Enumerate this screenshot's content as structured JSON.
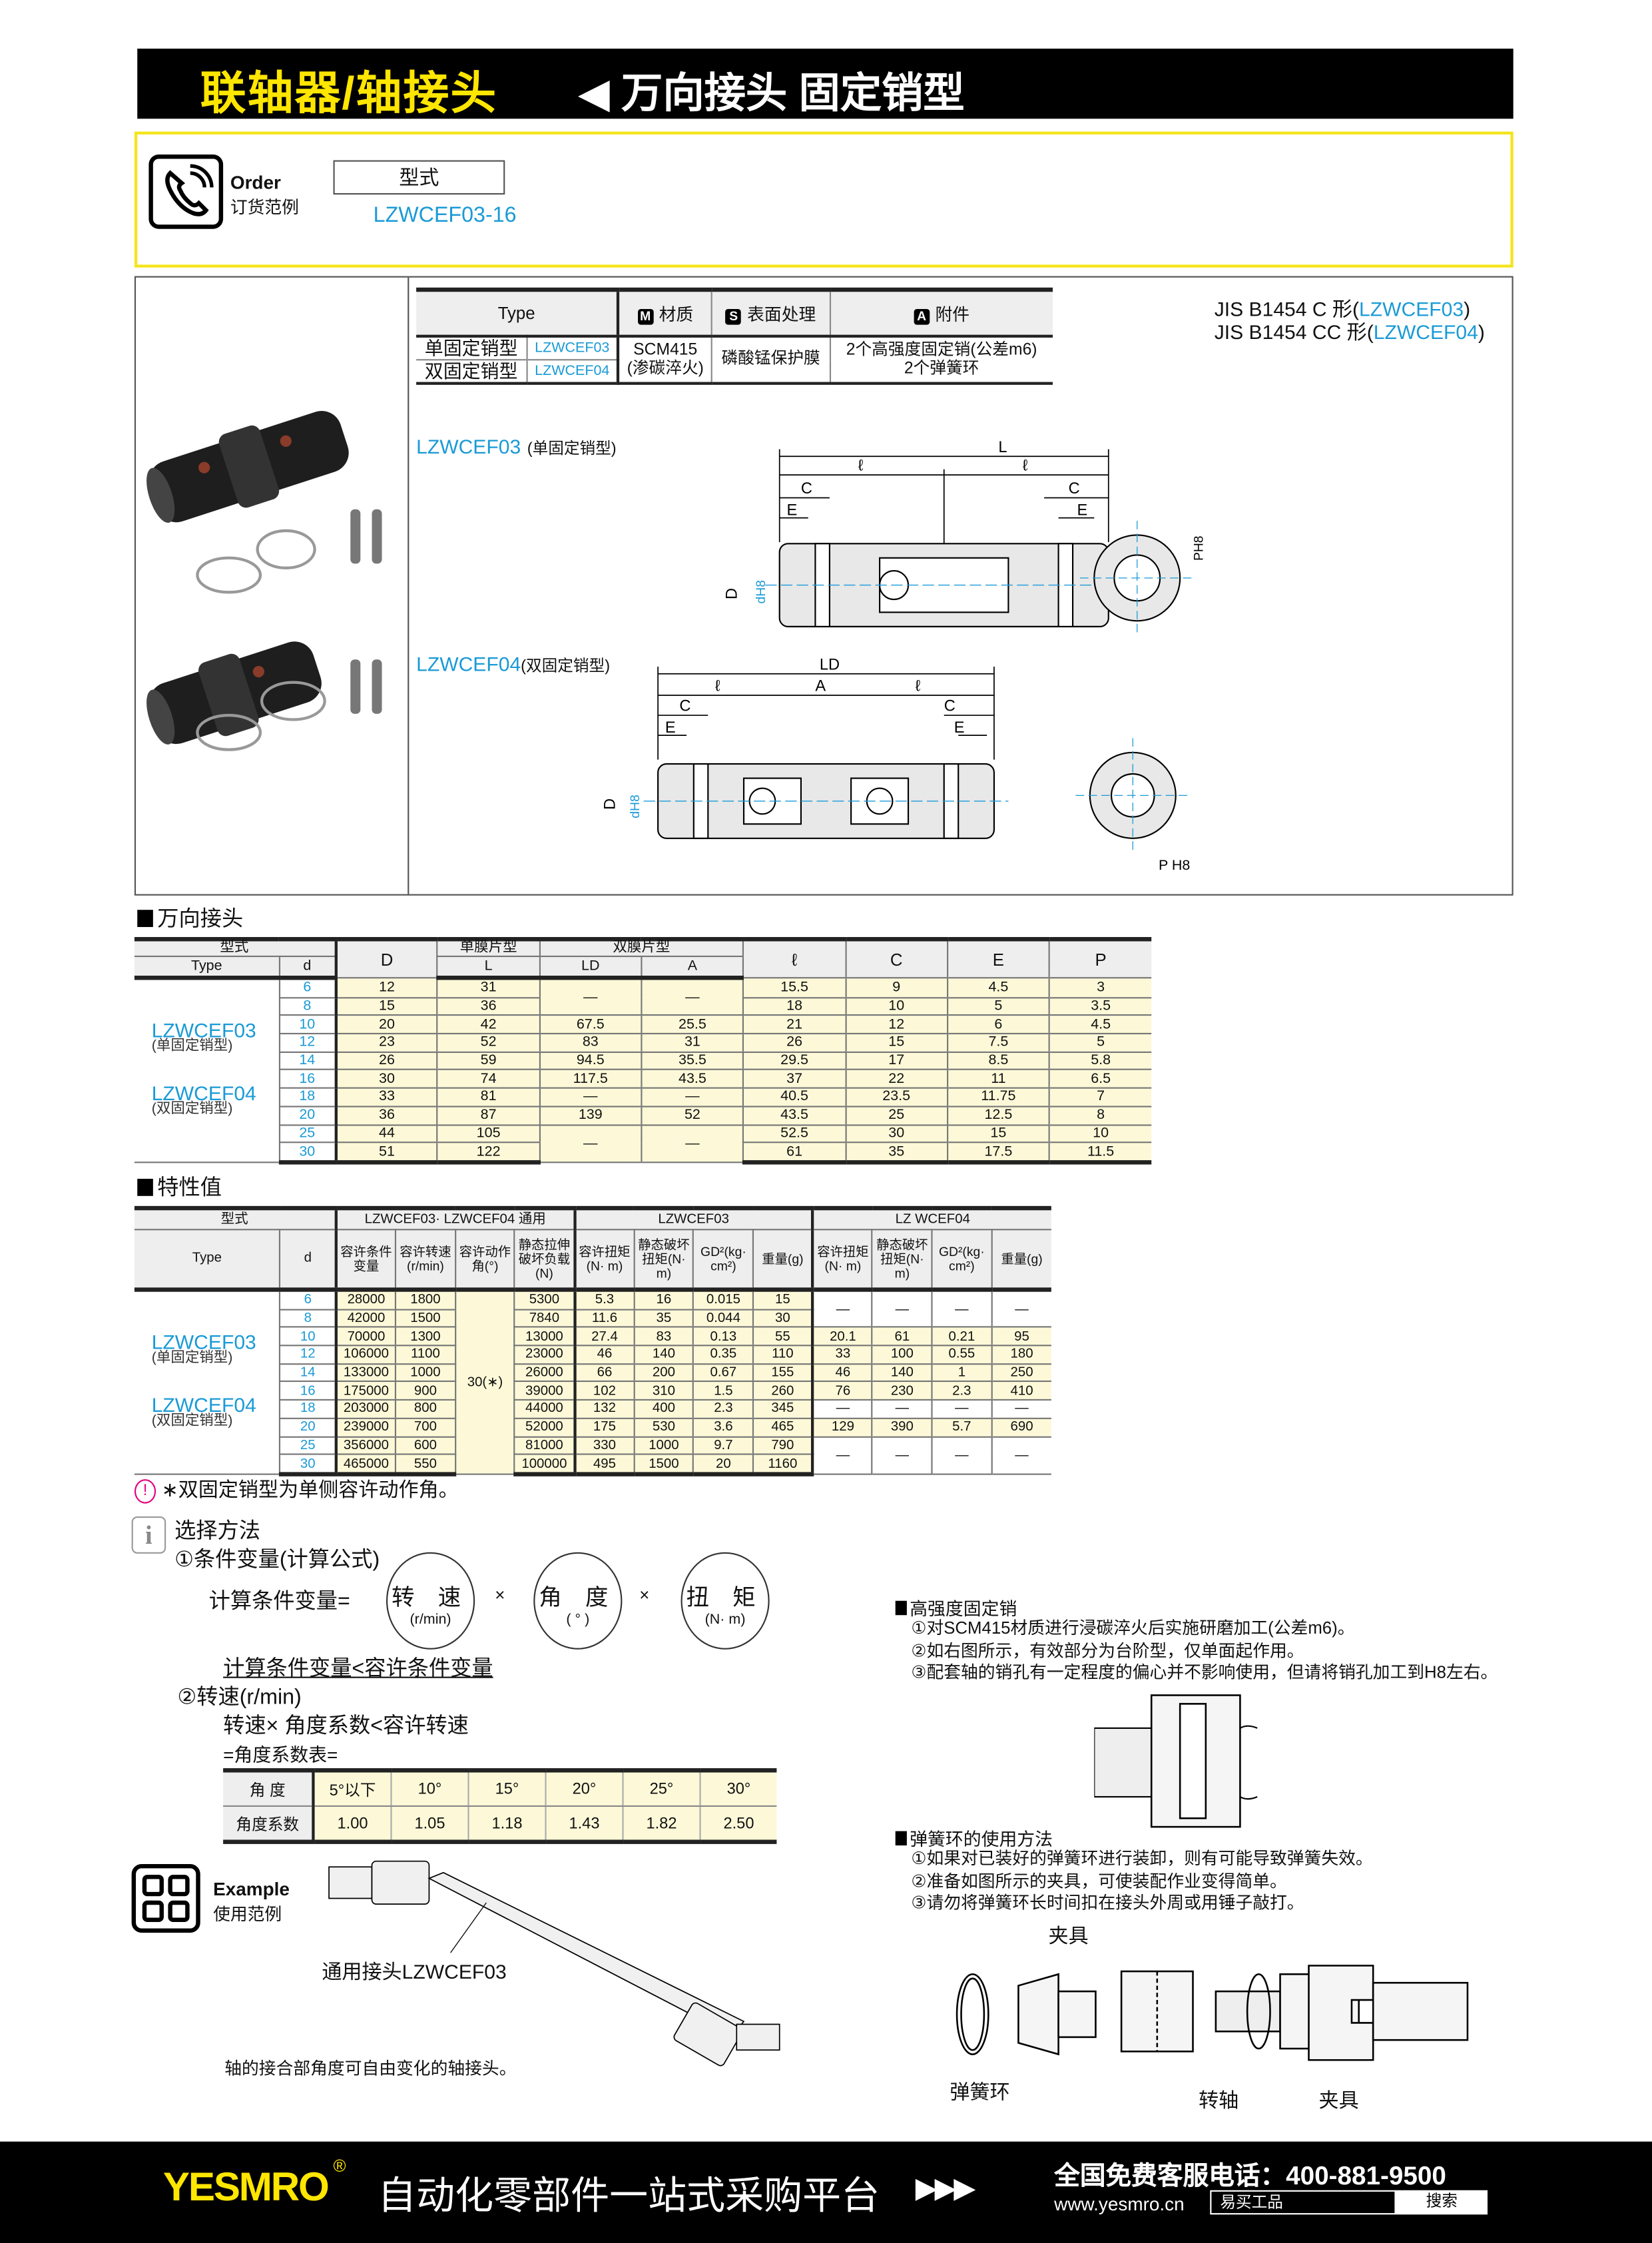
{
  "header": {
    "category": "联轴器/轴接头",
    "title": "◀ 万向接头 固定销型"
  },
  "order": {
    "label_en": "Order",
    "label_cn": "订货范例",
    "type_header": "型式",
    "example": "LZWCEF03-16"
  },
  "spec_table": {
    "headers": {
      "type": "Type",
      "material_icon": "M",
      "material": "材质",
      "surface_icon": "S",
      "surface": "表面处理",
      "accessory_icon": "A",
      "accessory": "附件"
    },
    "rows": [
      {
        "name": "单固定销型",
        "code": "LZWCEF03"
      },
      {
        "name": "双固定销型",
        "code": "LZWCEF04"
      }
    ],
    "material": "SCM415",
    "material_note": "(渗碳淬火)",
    "surface": "磷酸锰保护膜",
    "accessory_1": "2个高强度固定销(公差m6)",
    "accessory_2": "2个弹簧环"
  },
  "jis": {
    "line1_prefix": "JIS  B1454  C 形(",
    "line1_code": "LZWCEF03",
    "line2_prefix": "JIS  B1454  CC 形(",
    "line2_code": "LZWCEF04",
    "close": ")"
  },
  "drawings": {
    "single": {
      "code": "LZWCEF03",
      "name": "(单固定销型)"
    },
    "double": {
      "code": "LZWCEF04",
      "name": "(双固定销型)"
    },
    "labels": {
      "L": "L",
      "l": "ℓ",
      "C": "C",
      "E": "E",
      "D": "D",
      "dH8": "dH8",
      "PH8": "PH8",
      "LD": "LD",
      "A": "A",
      "P": "P H8"
    }
  },
  "dimension_section": {
    "title": "万向接头",
    "headers": {
      "type_cn": "型式",
      "type": "Type",
      "d": "d",
      "D": "D",
      "single": "单膜片型",
      "L": "L",
      "double": "双膜片型",
      "LD": "LD",
      "A": "A",
      "l": "ℓ",
      "C": "C",
      "E": "E",
      "P": "P"
    },
    "types": [
      {
        "code": "LZWCEF03",
        "name": "(单固定销型)"
      },
      {
        "code": "LZWCEF04",
        "name": "(双固定销型)"
      }
    ],
    "rows": [
      [
        "6",
        "12",
        "31",
        "—",
        "—",
        "15.5",
        "9",
        "4.5",
        "3"
      ],
      [
        "8",
        "15",
        "36",
        "",
        "",
        "18",
        "10",
        "5",
        "3.5"
      ],
      [
        "10",
        "20",
        "42",
        "67.5",
        "25.5",
        "21",
        "12",
        "6",
        "4.5"
      ],
      [
        "12",
        "23",
        "52",
        "83",
        "31",
        "26",
        "15",
        "7.5",
        "5"
      ],
      [
        "14",
        "26",
        "59",
        "94.5",
        "35.5",
        "29.5",
        "17",
        "8.5",
        "5.8"
      ],
      [
        "16",
        "30",
        "74",
        "117.5",
        "43.5",
        "37",
        "22",
        "11",
        "6.5"
      ],
      [
        "18",
        "33",
        "81",
        "—",
        "—",
        "40.5",
        "23.5",
        "11.75",
        "7"
      ],
      [
        "20",
        "36",
        "87",
        "139",
        "52",
        "43.5",
        "25",
        "12.5",
        "8"
      ],
      [
        "25",
        "44",
        "105",
        "—",
        "—",
        "52.5",
        "30",
        "15",
        "10"
      ],
      [
        "30",
        "51",
        "122",
        "",
        "",
        "61",
        "35",
        "17.5",
        "11.5"
      ]
    ]
  },
  "characteristics_section": {
    "title": "特性值",
    "headers": {
      "type_cn": "型式",
      "type": "Type",
      "d": "d",
      "common": "LZWCEF03· LZWCEF04 通用",
      "g03": "LZWCEF03",
      "g04": "LZ WCEF04",
      "cols": [
        "容许条件变量",
        "容许转速(r/min)",
        "容许动作角(°)",
        "静态拉伸破坏负载(N)",
        "容许扭矩(N· m)",
        "静态破坏扭矩(N· m)",
        "GD²(kg· cm²)",
        "重量(g)",
        "容许扭矩(N· m)",
        "静态破坏扭矩(N· m)",
        "GD²(kg· cm²)",
        "重量(g)"
      ]
    },
    "types": [
      {
        "code": "LZWCEF03",
        "name": "(单固定销型)"
      },
      {
        "code": "LZWCEF04",
        "name": "(双固定销型)"
      }
    ],
    "angle": "30(∗)",
    "rows": [
      [
        "6",
        "28000",
        "1800",
        "",
        "5300",
        "5.3",
        "16",
        "0.015",
        "15",
        "—",
        "—",
        "—",
        "—"
      ],
      [
        "8",
        "42000",
        "1500",
        "",
        "7840",
        "11.6",
        "35",
        "0.044",
        "30",
        "",
        "",
        "",
        ""
      ],
      [
        "10",
        "70000",
        "1300",
        "",
        "13000",
        "27.4",
        "83",
        "0.13",
        "55",
        "20.1",
        "61",
        "0.21",
        "95"
      ],
      [
        "12",
        "106000",
        "1100",
        "",
        "23000",
        "46",
        "140",
        "0.35",
        "110",
        "33",
        "100",
        "0.55",
        "180"
      ],
      [
        "14",
        "133000",
        "1000",
        "",
        "26000",
        "66",
        "200",
        "0.67",
        "155",
        "46",
        "140",
        "1",
        "250"
      ],
      [
        "16",
        "175000",
        "900",
        "",
        "39000",
        "102",
        "310",
        "1.5",
        "260",
        "76",
        "230",
        "2.3",
        "410"
      ],
      [
        "18",
        "203000",
        "800",
        "",
        "44000",
        "132",
        "400",
        "2.3",
        "345",
        "—",
        "—",
        "—",
        "—"
      ],
      [
        "20",
        "239000",
        "700",
        "",
        "52000",
        "175",
        "530",
        "3.6",
        "465",
        "129",
        "390",
        "5.7",
        "690"
      ],
      [
        "25",
        "356000",
        "600",
        "",
        "81000",
        "330",
        "1000",
        "9.7",
        "790",
        "—",
        "—",
        "—",
        "—"
      ],
      [
        "30",
        "465000",
        "550",
        "",
        "100000",
        "495",
        "1500",
        "20",
        "1160",
        "",
        "",
        "",
        ""
      ]
    ],
    "note": "∗双固定销型为单侧容许动作角。"
  },
  "selection": {
    "title": "选择方法",
    "step1": "①条件变量(计算公式)",
    "formula_label": "计算条件变量=",
    "factors": [
      {
        "name": "转  速",
        "unit": "(r/min)"
      },
      {
        "name": "角  度",
        "unit": "( ° )"
      },
      {
        "name": "扭  矩",
        "unit": "(N· m)"
      }
    ],
    "times": "×",
    "condition": "计算条件变量<容许条件变量",
    "step2": "②转速(r/min)",
    "speed_rule": "转速×  角度系数<容许转速",
    "table_title": "=角度系数表=",
    "angle_label": "角      度",
    "angles": [
      "5°以下",
      "10°",
      "15°",
      "20°",
      "25°",
      "30°"
    ],
    "coef_label": "角度系数",
    "coefs": [
      "1.00",
      "1.05",
      "1.18",
      "1.43",
      "1.82",
      "2.50"
    ]
  },
  "example": {
    "label_en": "Example",
    "label_cn": "使用范例",
    "part_label": "通用接头LZWCEF03",
    "caption": "轴的接合部角度可自由变化的轴接头。"
  },
  "pin_notes": {
    "title": "高强度固定销",
    "items": [
      "①对SCM415材质进行浸碳淬火后实施研磨加工(公差m6)。",
      "②如右图所示，有效部分为台阶型，仅单面起作用。",
      "③配套轴的销孔有一定程度的偏心并不影响使用，但请将销孔加工到H8左右。"
    ]
  },
  "ring_notes": {
    "title": "弹簧环的使用方法",
    "items": [
      "①如果对已装好的弹簧环进行装卸，则有可能导致弹簧失效。",
      "②准备如图所示的夹具，可使装配作业变得简单。",
      "③请勿将弹簧环长时间扣在接头外周或用锤子敲打。"
    ],
    "labels": {
      "jig_top": "夹具",
      "ring": "弹簧环",
      "shaft": "转轴",
      "jig": "夹具"
    }
  },
  "footer": {
    "brand": "YESMRO",
    "reg": "®",
    "slogan": "自动化零部件一站式采购平台",
    "arrows": "▶▶▶",
    "hotline": "全国免费客服电话：400-881-9500",
    "url": "www.yesmro.cn",
    "search_value": "易买工品",
    "search_button": "搜索"
  },
  "colors": {
    "accent_blue": "#1a9ad6",
    "header_yellow": "#ffe600",
    "cell_yellow": "#fdf9d8"
  }
}
